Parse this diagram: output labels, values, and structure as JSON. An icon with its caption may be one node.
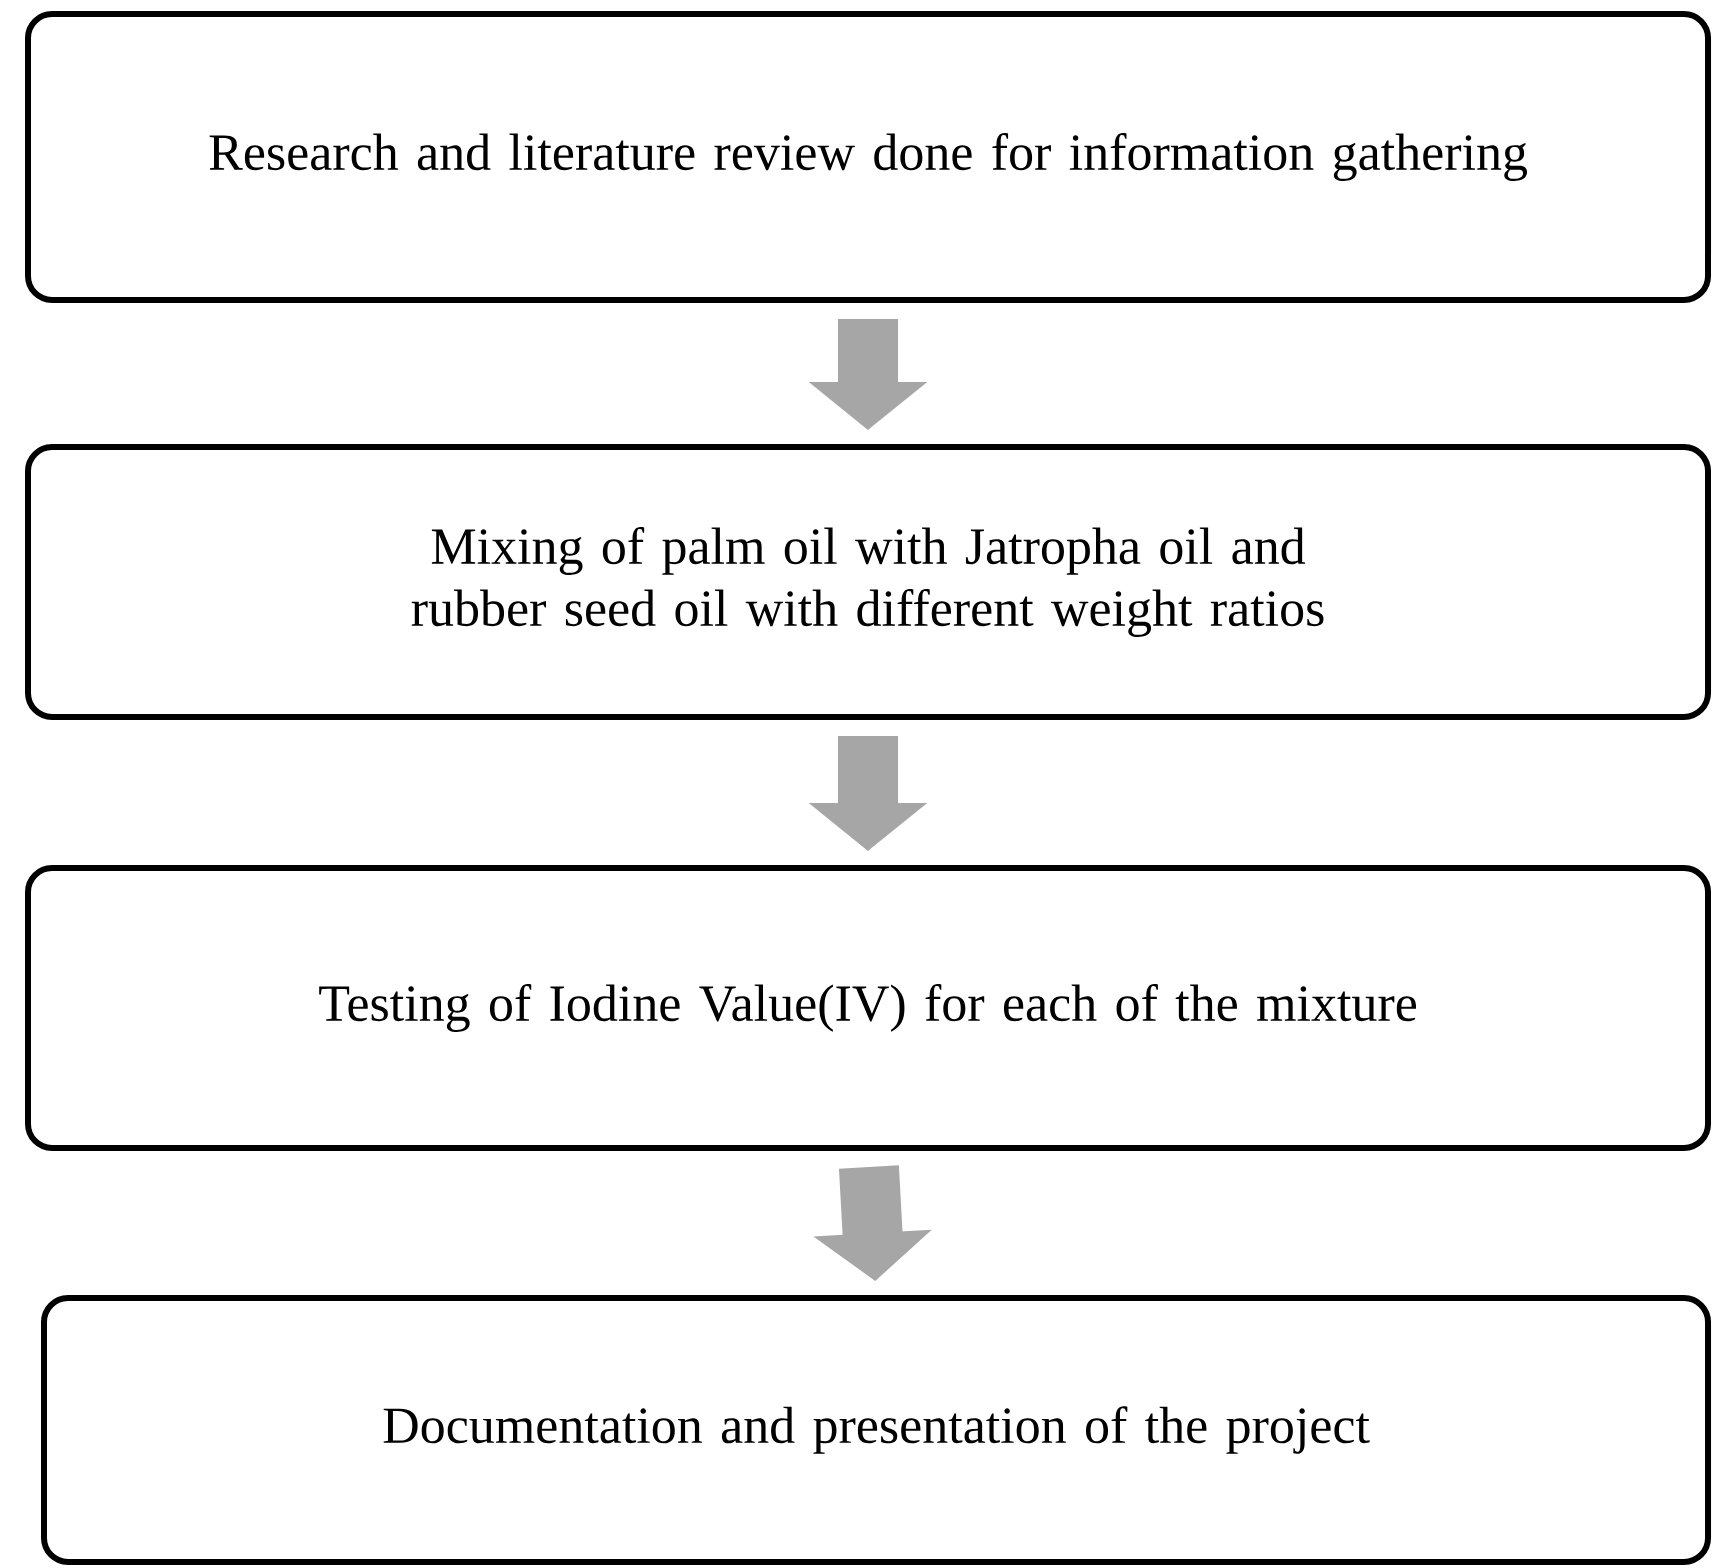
{
  "diagram": {
    "nodes": [
      {
        "text": [
          "Research and literature review done for information gathering"
        ]
      },
      {
        "text": [
          "Mixing of palm oil with Jatropha oil and rubber seed oil with different weight ratios"
        ]
      },
      {
        "text": [
          "Testing of Iodine Value(IV) for each of the mixture"
        ]
      },
      {
        "text": [
          "Documentation and presentation of the project"
        ]
      }
    ],
    "edges": [
      {
        "from": 0,
        "to": 1,
        "arrow": "to"
      },
      {
        "from": 1,
        "to": 2,
        "arrow": "to"
      },
      {
        "from": 2,
        "to": 3,
        "arrow": "to"
      }
    ]
  }
}
